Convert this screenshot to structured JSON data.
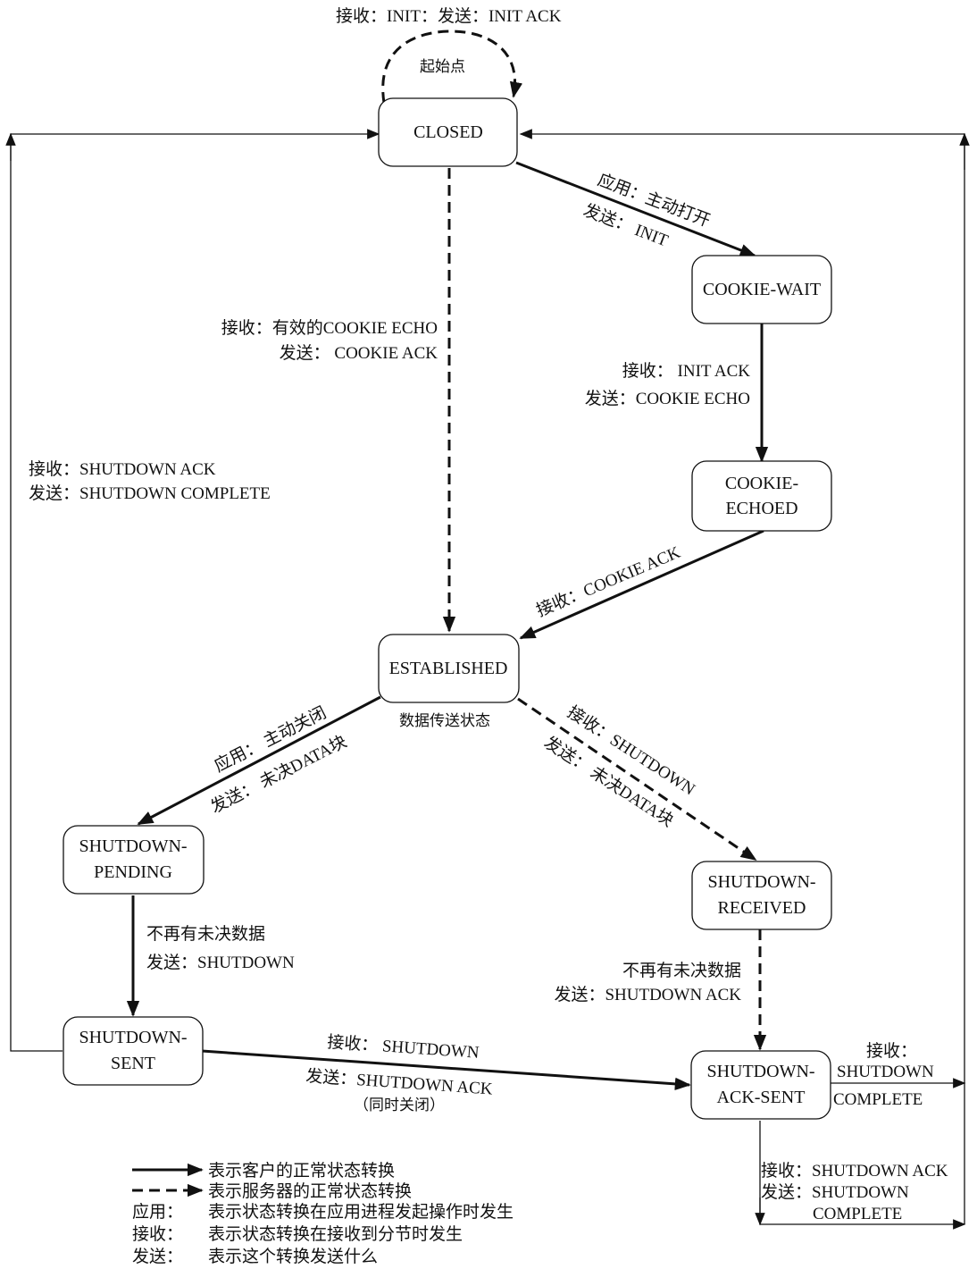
{
  "states": {
    "closed": "CLOSED",
    "cookie_wait": "COOKIE-WAIT",
    "cookie_echoed": [
      "COOKIE-",
      "ECHOED"
    ],
    "established": "ESTABLISHED",
    "established_note": "数据传送状态",
    "shutdown_pending": [
      "SHUTDOWN-",
      "PENDING"
    ],
    "shutdown_received": [
      "SHUTDOWN-",
      "RECEIVED"
    ],
    "shutdown_sent": [
      "SHUTDOWN-",
      "SENT"
    ],
    "shutdown_ack_sent": [
      "SHUTDOWN-",
      "ACK-SENT"
    ]
  },
  "transitions": {
    "start_top": "接收：INIT：发送：INIT ACK",
    "start_note": "起始点",
    "closed_to_cookiewait": [
      "应用：主动打开",
      "发送：  INIT"
    ],
    "closed_to_established": [
      "接收：有效的COOKIE ECHO",
      "发送：  COOKIE ACK"
    ],
    "cookiewait_to_echoed": [
      "接收：  INIT ACK",
      "发送：COOKIE ECHO"
    ],
    "echoed_to_established": "接收：COOKIE ACK",
    "left_return": [
      "接收：SHUTDOWN ACK",
      "发送：SHUTDOWN COMPLETE"
    ],
    "est_to_pending": [
      "应用：  主动关闭",
      "发送：  未决DATA块"
    ],
    "est_to_received": [
      "接收：SHUTDOWN",
      "发送：  未决DATA块"
    ],
    "pending_to_sent": [
      "不再有未决数据",
      "发送：SHUTDOWN"
    ],
    "received_to_acksent": [
      "不再有未决数据",
      "发送：SHUTDOWN ACK"
    ],
    "sent_to_acksent": [
      "接收：  SHUTDOWN",
      "发送：SHUTDOWN  ACK",
      "（同时关闭）"
    ],
    "acksent_right": [
      "接收：",
      "SHUTDOWN",
      "COMPLETE"
    ],
    "acksent_bottom": [
      "接收：SHUTDOWN ACK",
      "发送：SHUTDOWN",
      "COMPLETE"
    ]
  },
  "legend": {
    "client": "表示客户的正常状态转换",
    "server": "表示服务器的正常状态转换",
    "app_key": "应用：",
    "app_desc": "表示状态转换在应用进程发起操作时发生",
    "recv_key": "接收：",
    "recv_desc": "表示状态转换在接收到分节时发生",
    "send_key": "发送：",
    "send_desc": "表示这个转换发送什么"
  }
}
